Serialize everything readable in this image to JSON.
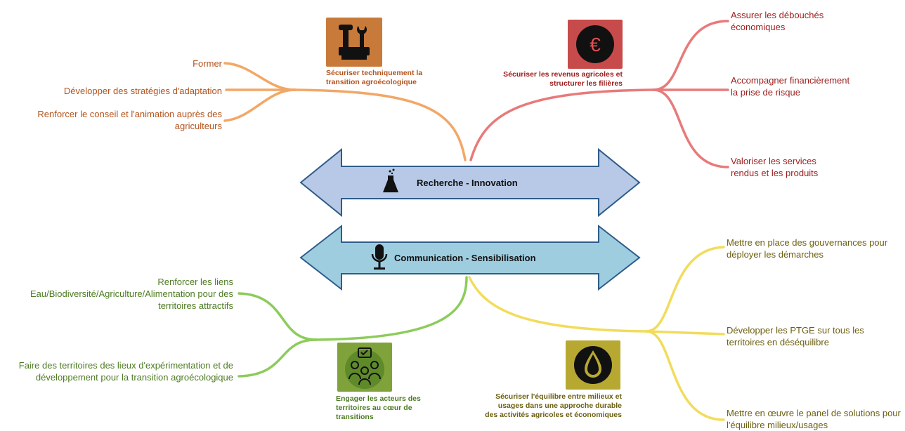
{
  "colors": {
    "orange": "#f2a766",
    "red": "#e87a7a",
    "green": "#8ccc5a",
    "yellow": "#f1dc5c",
    "arrow_top": "#b7c9e6",
    "arrow_bottom": "#9ecde0",
    "arrow_stroke": "#2e5c8a"
  },
  "center": {
    "top_arrow_label": "Recherche - Innovation",
    "top_arrow_icon": "flask-icon",
    "bottom_arrow_label": "Communication  - Sensibilisation",
    "bottom_arrow_icon": "microphone-icon"
  },
  "branches": {
    "top_left": {
      "title": "Sécuriser techniquement la transition agroécologique",
      "icon": "tools-icon",
      "leaves": [
        "Former",
        "Développer des stratégies d'adaptation",
        "Renforcer le conseil et l'animation auprès des agriculteurs"
      ]
    },
    "top_right": {
      "title": "Sécuriser les revenus agricoles et structurer les filières",
      "icon": "euro-icon",
      "leaves": [
        "Assurer les débouchés économiques",
        "Accompagner financièrement la prise de risque",
        "Valoriser les services rendus et les produits"
      ]
    },
    "bottom_left": {
      "title": "Engager les acteurs des territoires au cœur de transitions",
      "icon": "people-icon",
      "leaves": [
        "Renforcer les liens Eau/Biodiversité/Agriculture/Alimentation pour des territoires attractifs",
        "Faire des territoires des lieux d'expérimentation et de développement pour la transition agroécologique"
      ]
    },
    "bottom_right": {
      "title": "Sécuriser l'équilibre entre milieux et usages dans une approche durable des activités agricoles et économiques",
      "icon": "water-drop-icon",
      "leaves": [
        "Mettre en place des gouvernances pour déployer les démarches",
        "Développer les PTGE sur tous les territoires en déséquilibre",
        "Mettre en œuvre le panel de solutions pour l'équilibre milieux/usages"
      ]
    }
  }
}
